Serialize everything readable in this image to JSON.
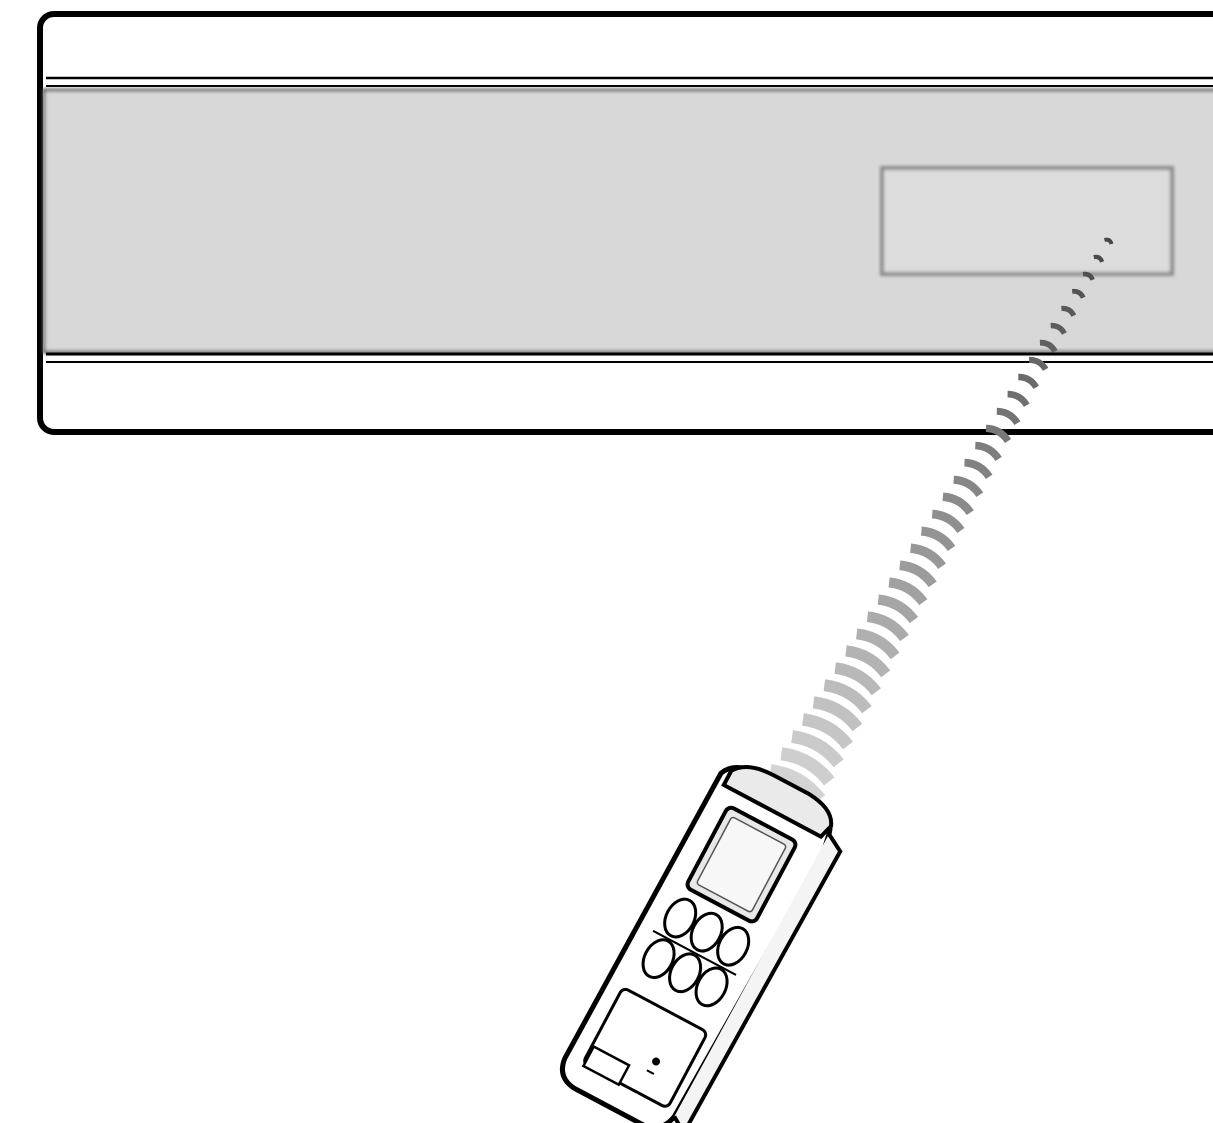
{
  "diagram": {
    "subject": "remote-control-signal-to-indoor-unit",
    "colors": {
      "background": "#ffffff",
      "outline": "#000000",
      "unit_body": "#ffffff",
      "unit_band": "#d8d8d8",
      "receiver_window": "#dcdcdc",
      "signal": "#6f6f6f",
      "remote_body": "#ffffff",
      "remote_screen": "#e8e8e8"
    },
    "icons": {
      "indoor_unit": "air-conditioner-indoor-unit",
      "receiver": "signal-receiver-window",
      "signal": "infrared-signal-beam",
      "remote": "wireless-remote-control"
    }
  }
}
